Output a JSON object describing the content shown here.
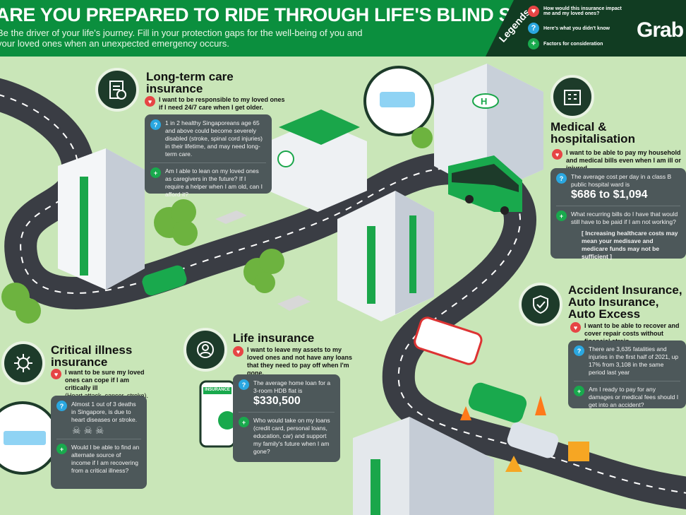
{
  "header": {
    "title": "ARE YOU PREPARED TO RIDE THROUGH LIFE'S BLIND SPOTS?",
    "subtitle": "Be the driver of your life's journey. Fill in your protection gaps for the well-being of you and your loved ones when an unexpected emergency occurs."
  },
  "legend": {
    "label": "Legends",
    "items": [
      {
        "icon": "heart-icon",
        "text": "How would this insurance impact me and my loved ones?"
      },
      {
        "icon": "question-icon",
        "text": "Here's what you didn't know"
      },
      {
        "icon": "plus-icon",
        "text": "Factors for consideration"
      }
    ],
    "brand": "Grab"
  },
  "colors": {
    "brand_green": "#0b8f3e",
    "dark": "#1d3b2a",
    "box": "#4d585a",
    "heart": "#e64545",
    "question": "#2aa7e0",
    "plus": "#19a94d",
    "background": "#c9e6b8"
  },
  "sections": {
    "long_term_care": {
      "title": "Long-term care insurance",
      "want": "I want to be responsible to my loved ones if I need 24/7 care when I get older.",
      "fact": "1 in 2 healthy Singaporeans age 65 and above could become severely disabled (stroke, spinal cord injuries) in their lifetime, and may need long-term care.",
      "consider": "Am I able to lean on my loved ones as caregivers in the future? If I require a helper when I am old, can I afford it?"
    },
    "medical": {
      "title": "Medical & hospitalisation",
      "want": "I want to be able to pay my household and medical bills even when I am ill or injured.",
      "fact": "The average cost per day in a class B public hospital ward is",
      "fact_value": "$686 to $1,094",
      "consider": "What recurring bills do I have that would still have to be paid if I am not working?",
      "note": "[ Increasing healthcare costs may mean your medisave and medicare funds may not be sufficient ]"
    },
    "accident": {
      "title": "Accident Insurance, Auto Insurance, Auto Excess",
      "want": "I want to be able to recover and cover repair costs without financial strain.",
      "fact": "There are 3,635 fatalities and injuries in the first half of 2021, up 17% from 3,108 in the same period last year",
      "consider": "Am I ready to pay for any damages or medical fees should I get into an accident?"
    },
    "life": {
      "title": "Life insurance",
      "want": "I want to leave my assets to my loved ones and not have any loans that they need to pay off when I'm gone.",
      "fact": "The average home loan for a 3-room HDB flat is",
      "fact_value": "$330,500",
      "consider": "Who would take on my loans (credit card, personal loans, education, car) and support my family's future when I am gone?"
    },
    "critical": {
      "title": "Critical illness insurance",
      "want": "I want to be sure my loved ones can cope if I am critically ill",
      "want_sub": "(Heart attack, cancer, stroke).",
      "fact": "Almost 1 out of 3 deaths in Singapore, is due to heart diseases or stroke.",
      "consider": "Would I be able to find an alternate source of income if I am recovering from a critical illness?"
    }
  },
  "scene": {
    "phone_label": "INSURANCE",
    "hospital_mark": "H"
  }
}
